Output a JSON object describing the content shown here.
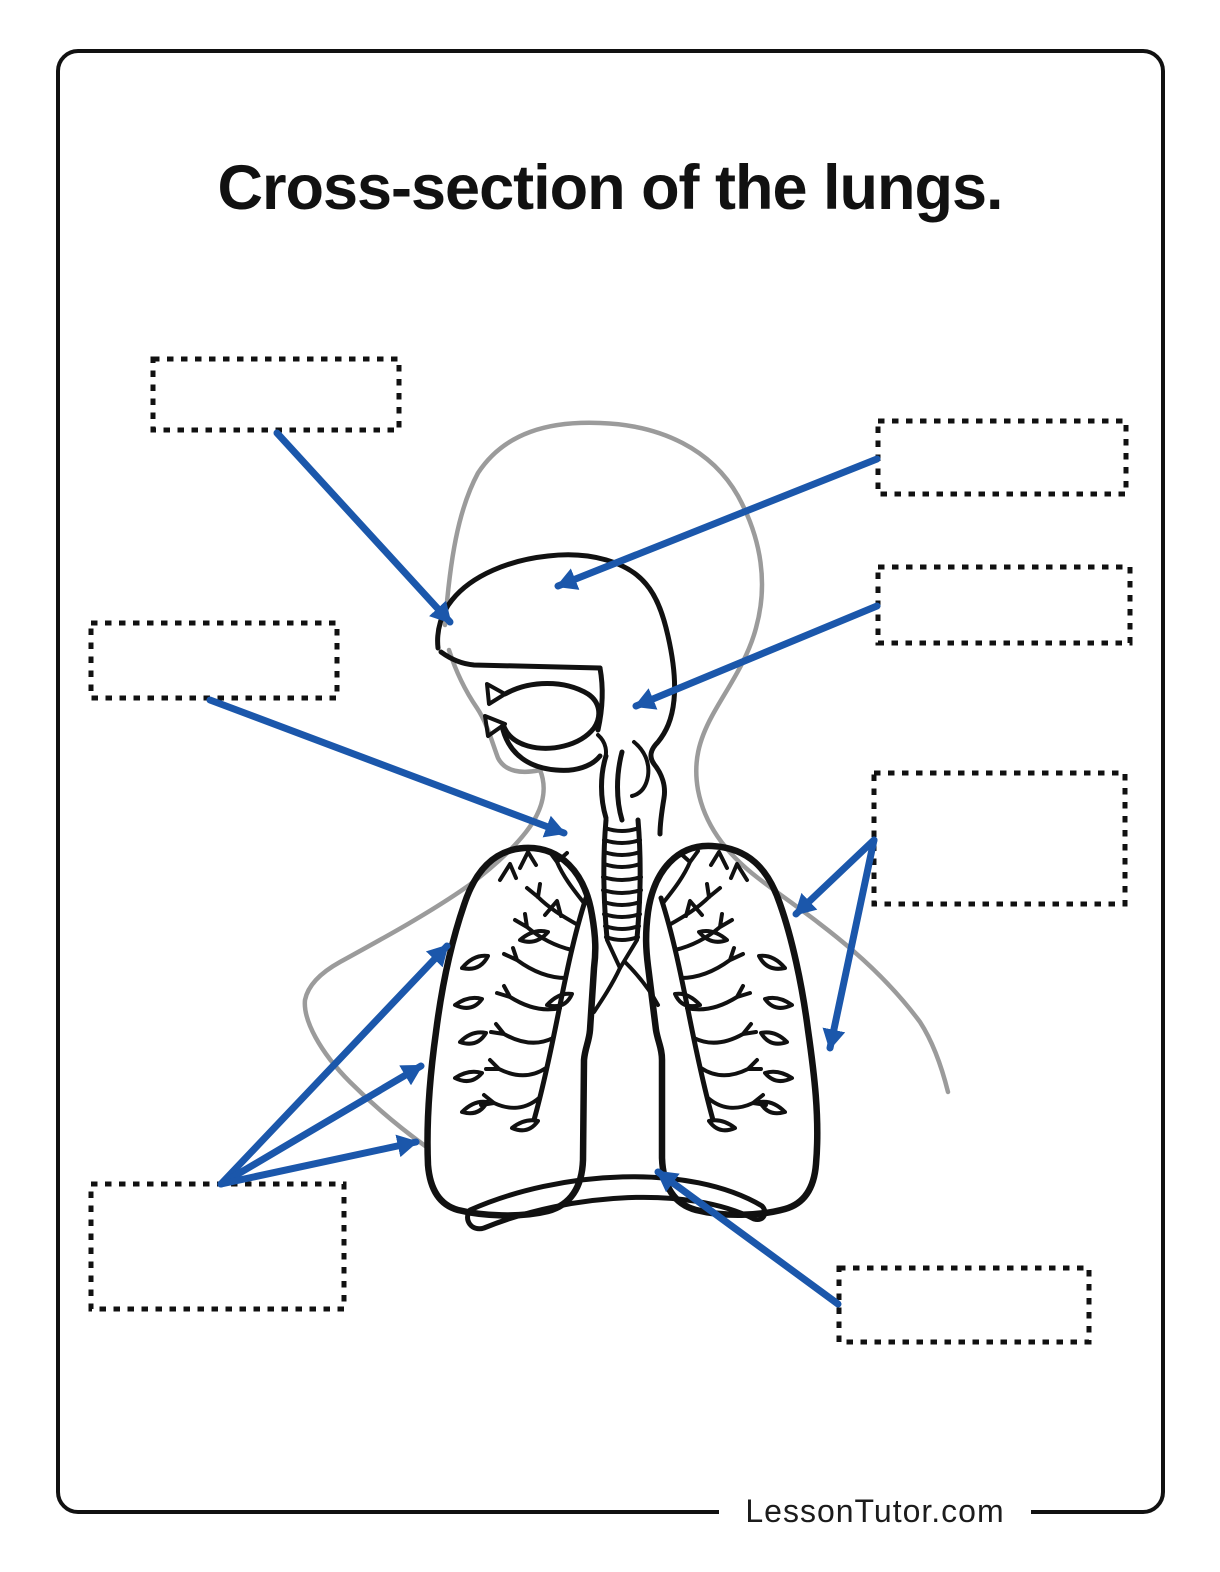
{
  "page": {
    "title": "Cross-section of the lungs.",
    "footer": "LessonTutor.com"
  },
  "worksheet": {
    "instructions_visible": false,
    "label_boxes": [
      {
        "id": "box-top-left",
        "text": "",
        "points_to": "nose"
      },
      {
        "id": "box-right-1",
        "text": "",
        "points_to": "nasal-cavity"
      },
      {
        "id": "box-right-2",
        "text": "",
        "points_to": "throat-pharynx"
      },
      {
        "id": "box-left-2",
        "text": "",
        "points_to": "trachea"
      },
      {
        "id": "box-right-3",
        "text": "",
        "points_to": "right-lung",
        "arrow_count": 2
      },
      {
        "id": "box-bottom-left",
        "text": "",
        "points_to": "left-lung",
        "arrow_count": 3
      },
      {
        "id": "box-bottom-right",
        "text": "",
        "points_to": "diaphragm"
      }
    ],
    "total_arrows": 10
  },
  "colors": {
    "arrow_blue": "#1b57ab",
    "outline_black": "#111111",
    "body_gray": "#9b9b9b",
    "background": "#ffffff"
  }
}
